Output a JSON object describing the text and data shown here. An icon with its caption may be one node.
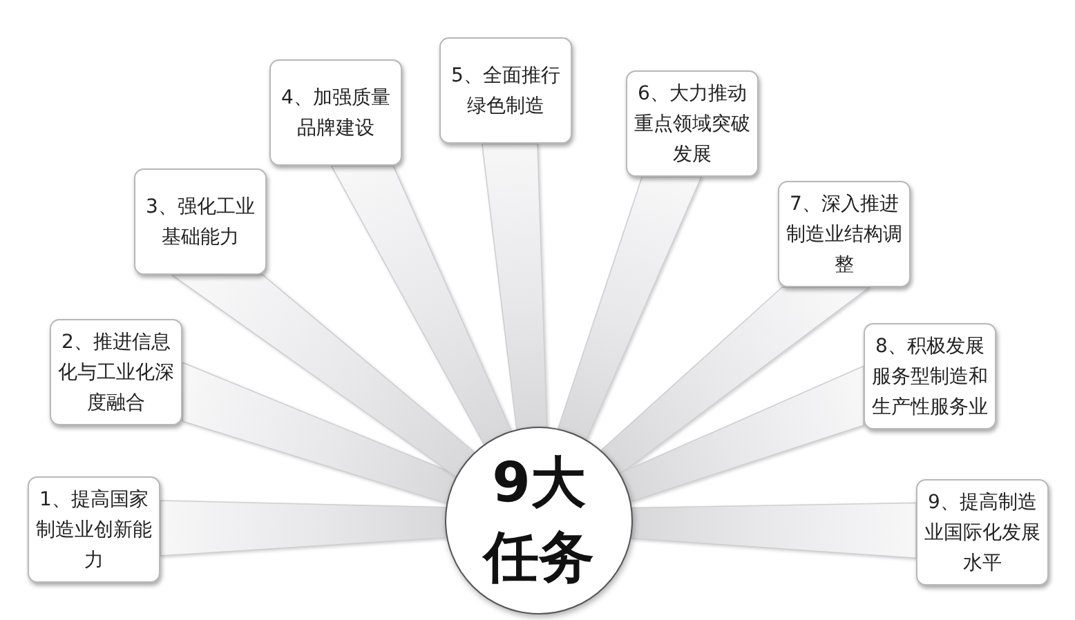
{
  "diagram": {
    "nodes": [
      {
        "text": [
          "9大任务"
        ]
      },
      {
        "text": [
          "1、提高国家制造业创新能力"
        ]
      },
      {
        "text": [
          "2、推进信息化与工业化深度融合"
        ]
      },
      {
        "text": [
          "3、强化工业基础能力"
        ]
      },
      {
        "text": [
          "4、加强质量品牌建设"
        ]
      },
      {
        "text": [
          "5、全面推行绿色制造"
        ]
      },
      {
        "text": [
          "6、大力推动重点领域突破发展"
        ]
      },
      {
        "text": [
          "7、深入推进制造业结构调整"
        ]
      },
      {
        "text": [
          "8、积极发展服务型制造和生产性服务业"
        ]
      },
      {
        "text": [
          "9、提高制造业国际化发展水平"
        ]
      }
    ],
    "edges": [
      {
        "from": 0,
        "to": 1,
        "arrow": "none"
      },
      {
        "from": 0,
        "to": 2,
        "arrow": "none"
      },
      {
        "from": 0,
        "to": 3,
        "arrow": "none"
      },
      {
        "from": 0,
        "to": 4,
        "arrow": "none"
      },
      {
        "from": 0,
        "to": 5,
        "arrow": "none"
      },
      {
        "from": 0,
        "to": 6,
        "arrow": "none"
      },
      {
        "from": 0,
        "to": 7,
        "arrow": "none"
      },
      {
        "from": 0,
        "to": 8,
        "arrow": "none"
      },
      {
        "from": 0,
        "to": 9,
        "arrow": "none"
      }
    ]
  }
}
